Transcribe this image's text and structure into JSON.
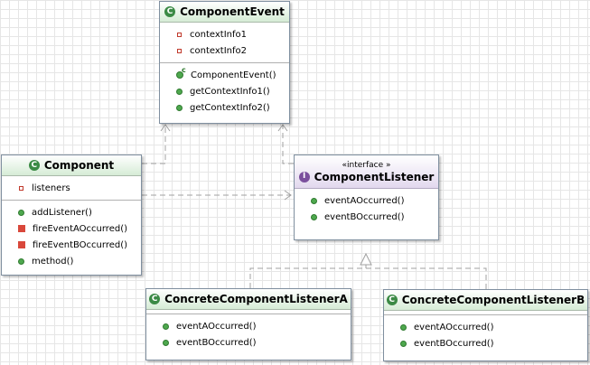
{
  "classes": {
    "component_event": {
      "name": "ComponentEvent",
      "fields": [
        "contextInfo1",
        "contextInfo2"
      ],
      "methods": [
        "ComponentEvent()",
        "getContextInfo1()",
        "getContextInfo2()"
      ]
    },
    "component": {
      "name": "Component",
      "fields": [
        "listeners"
      ],
      "methods": [
        "addListener()",
        "fireEventAOccurred()",
        "fireEventBOccurred()",
        "method()"
      ]
    },
    "component_listener": {
      "stereotype": "«interface »",
      "name": "ComponentListener",
      "methods": [
        "eventAOccurred()",
        "eventBOccurred()"
      ]
    },
    "concrete_a": {
      "name": "ConcreteComponentListenerA",
      "methods": [
        "eventAOccurred()",
        "eventBOccurred()"
      ]
    },
    "concrete_b": {
      "name": "ConcreteComponentListenerB",
      "methods": [
        "eventAOccurred()",
        "eventBOccurred()"
      ]
    }
  },
  "icons": {
    "class_icon": "class-icon",
    "interface_icon": "interface-icon",
    "class_letter": "C",
    "interface_letter": "I"
  },
  "colors": {
    "class_header": "#d6ecd6",
    "interface_header": "#e2d8ee",
    "public_method": "#4ea84e",
    "private_member": "#d9483b"
  }
}
